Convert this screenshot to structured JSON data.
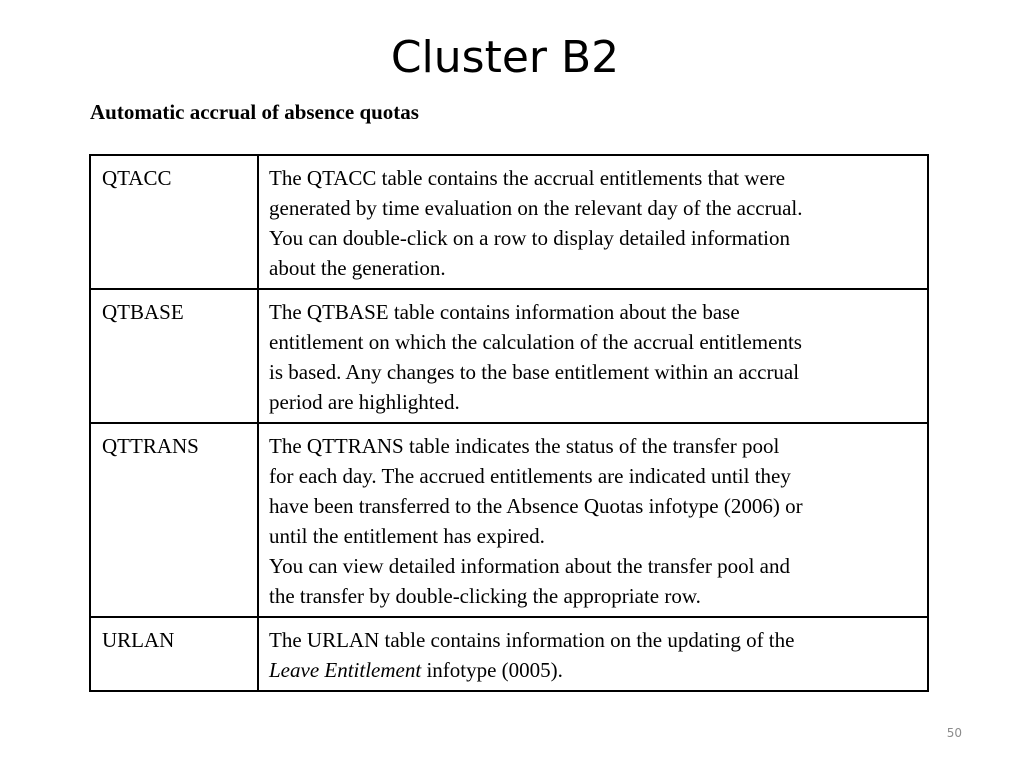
{
  "slide": {
    "title": "Cluster B2",
    "section_heading": "Automatic accrual of absence quotas",
    "page_number": "50"
  },
  "table": {
    "rows": [
      {
        "term": "QTACC",
        "lines": [
          "The QTACC table contains the accrual entitlements that were",
          "generated by time evaluation on the relevant day of the accrual.",
          "You can double-click on a row to display detailed information",
          "about the generation."
        ]
      },
      {
        "term": "QTBASE",
        "lines": [
          "The QTBASE table contains information about the base",
          "entitlement on which the calculation of the accrual entitlements",
          "is based.  Any changes to the base entitlement within an accrual",
          "period are highlighted."
        ]
      },
      {
        "term": "QTTRANS",
        "lines": [
          "The QTTRANS table indicates the status of the transfer pool",
          "for each day.  The accrued entitlements are indicated until they",
          "have been transferred to the Absence Quotas infotype (2006) or",
          "until the entitlement has expired.",
          "You can view detailed information about the transfer pool and",
          "the transfer by double-clicking the appropriate row."
        ]
      },
      {
        "term": "URLAN",
        "lines": [
          "The URLAN table contains information on the updating of the"
        ],
        "last_line": {
          "italic": "Leave Entitlement",
          "rest": " infotype (0005)."
        }
      }
    ]
  }
}
